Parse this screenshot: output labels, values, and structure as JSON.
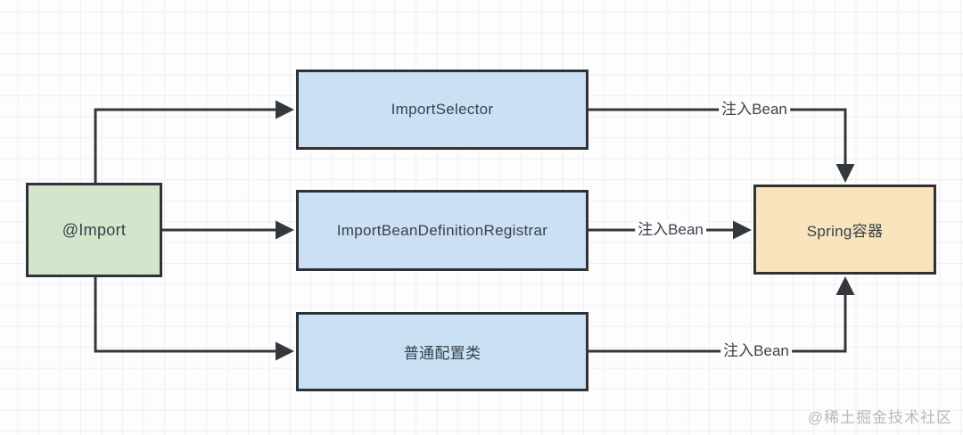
{
  "diagram": {
    "nodes": {
      "import": {
        "label": "@Import"
      },
      "import_selector": {
        "label": "ImportSelector"
      },
      "registrar": {
        "label": "ImportBeanDefinitionRegistrar"
      },
      "config_class": {
        "label": "普通配置类"
      },
      "spring_container": {
        "label": "Spring容器"
      }
    },
    "edge_labels": {
      "top": "注入Bean",
      "middle": "注入Bean",
      "bottom": "注入Bean"
    },
    "colors": {
      "import_fill": "#d3e5ca",
      "blue_fill": "#cbdff5",
      "container_fill": "#f8e3bc",
      "stroke": "#2e3338",
      "line": "#33383c",
      "node_text": "#39424b",
      "grid_line": "#f0f0f3",
      "watermark": "#b9b9ba"
    }
  },
  "watermark": {
    "text": "@稀土掘金技术社区"
  }
}
